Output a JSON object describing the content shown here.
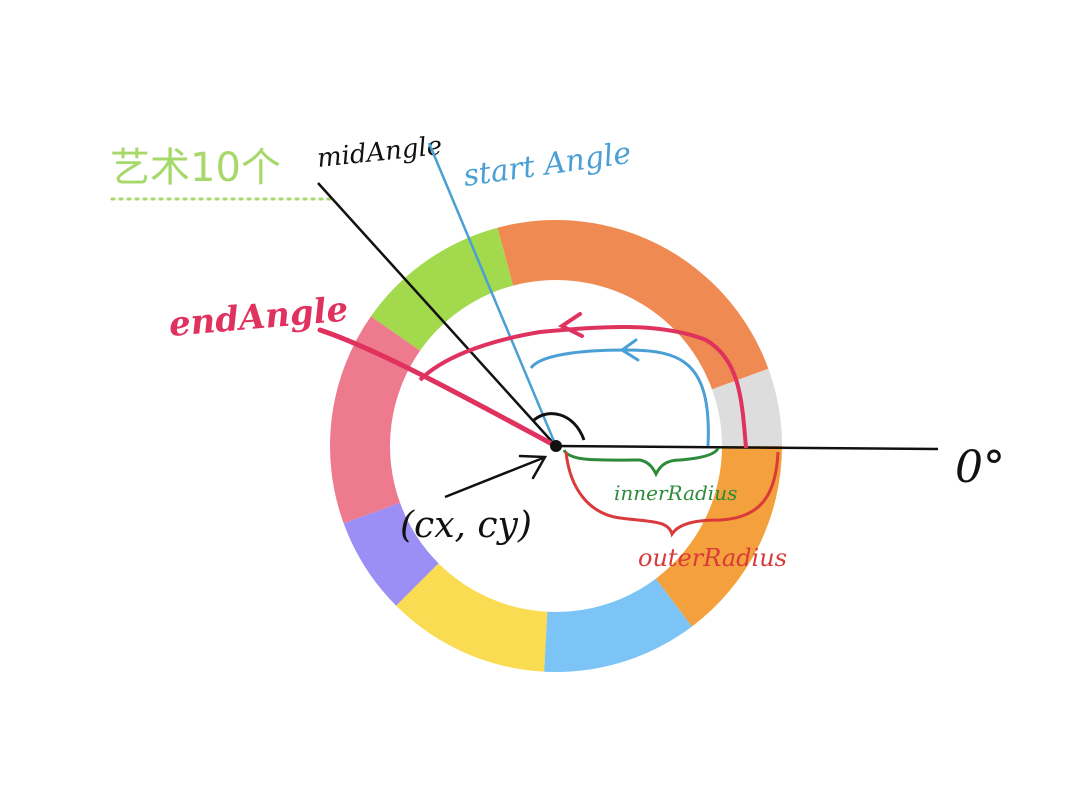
{
  "labels": {
    "sector": "艺术10个",
    "mid_angle": "midAngle",
    "start_angle": "start Angle",
    "end_angle": "endAngle",
    "zero": "0°",
    "center": "(cx, cy)",
    "inner_radius": "innerRadius",
    "outer_radius": "outerRadius"
  },
  "colors": {
    "sector_label": "#a6d96a",
    "mid_angle": "#111111",
    "start_angle": "#4a9fd4",
    "end_angle": "#e0325f",
    "inner_radius": "#2e8b3a",
    "outer_radius": "#d93a3a"
  },
  "segments": [
    {
      "color": "#dddddd"
    },
    {
      "color": "#ef8a52"
    },
    {
      "color": "#a3d94c"
    },
    {
      "color": "#ee7a8e"
    },
    {
      "color": "#9b8ff5"
    },
    {
      "color": "#f9dc52"
    },
    {
      "color": "#7cc4f5"
    },
    {
      "color": "#f3a03d"
    }
  ]
}
